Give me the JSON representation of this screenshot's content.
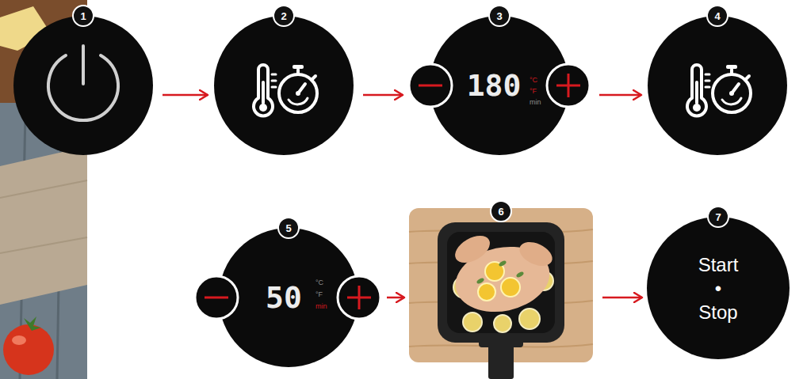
{
  "diagram": {
    "nodes": [
      {
        "text": [
          "1"
        ]
      },
      {
        "text": [
          "2"
        ]
      },
      {
        "text": [
          "3",
          "180",
          "°C",
          "°F",
          "min"
        ]
      },
      {
        "text": [
          "4"
        ]
      },
      {
        "text": [
          "5",
          "50",
          "°C",
          "°F",
          "min"
        ]
      },
      {
        "text": [
          "6"
        ]
      },
      {
        "text": [
          "7",
          "Start • Stop"
        ]
      }
    ],
    "edges": [
      {
        "from": 0,
        "to": 1,
        "arrow": "to"
      },
      {
        "from": 1,
        "to": 2,
        "arrow": "to"
      },
      {
        "from": 2,
        "to": 3,
        "arrow": "to"
      },
      {
        "from": 4,
        "to": 5,
        "arrow": "to"
      },
      {
        "from": 5,
        "to": 6,
        "arrow": "to"
      }
    ]
  }
}
